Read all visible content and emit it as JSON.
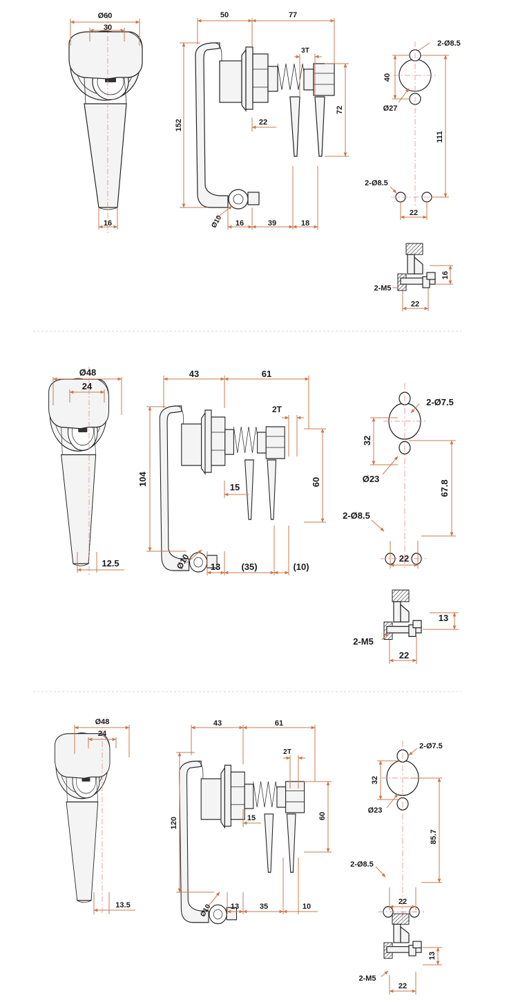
{
  "sections": [
    {
      "front": {
        "dia_outer": "Ø60",
        "dia_inner": "30",
        "width_bottom": "16"
      },
      "side": {
        "top_left": "50",
        "top_right": "77",
        "height": "152",
        "thickness": "3T",
        "stem": "22",
        "cam": "72",
        "bottom_1": "16",
        "bottom_2": "39",
        "bottom_3": "18",
        "hole": "Ø10"
      },
      "cutout": {
        "holes_top": "2-Ø8.5",
        "height_top": "40",
        "center_dia": "Ø27",
        "height": "111",
        "holes_bottom": "2-Ø8.5",
        "spacing": "22"
      },
      "mount": {
        "screws": "2-M5",
        "height": "16",
        "width": "22"
      }
    },
    {
      "front": {
        "dia_outer": "Ø48",
        "dia_inner": "24",
        "width_bottom": "12.5"
      },
      "side": {
        "top_left": "43",
        "top_right": "61",
        "height": "104",
        "thickness": "2T",
        "stem": "15",
        "cam": "60",
        "bottom_1": "13",
        "bottom_2": "(35)",
        "bottom_3": "(10)",
        "hole": "Ø10"
      },
      "cutout": {
        "holes_top": "2-Ø7.5",
        "height_top": "32",
        "center_dia": "Ø23",
        "height": "67.8",
        "holes_bottom": "2-Ø8.5",
        "spacing": "22"
      },
      "mount": {
        "screws": "2-M5",
        "height": "13",
        "width": "22"
      }
    },
    {
      "front": {
        "dia_outer": "Ø48",
        "dia_inner": "24",
        "width_bottom": "13.5"
      },
      "side": {
        "top_left": "43",
        "top_right": "61",
        "height": "120",
        "thickness": "2T",
        "stem": "15",
        "cam": "60",
        "bottom_1": "13",
        "bottom_2": "35",
        "bottom_3": "10",
        "hole": "Ø10"
      },
      "cutout": {
        "holes_top": "2-Ø7.5",
        "height_top": "32",
        "center_dia": "Ø23",
        "height": "85.7",
        "holes_bottom": "2-Ø8.5",
        "spacing": "22"
      },
      "mount": {
        "screws": "2-M5",
        "height": "13",
        "width": "22"
      }
    }
  ]
}
